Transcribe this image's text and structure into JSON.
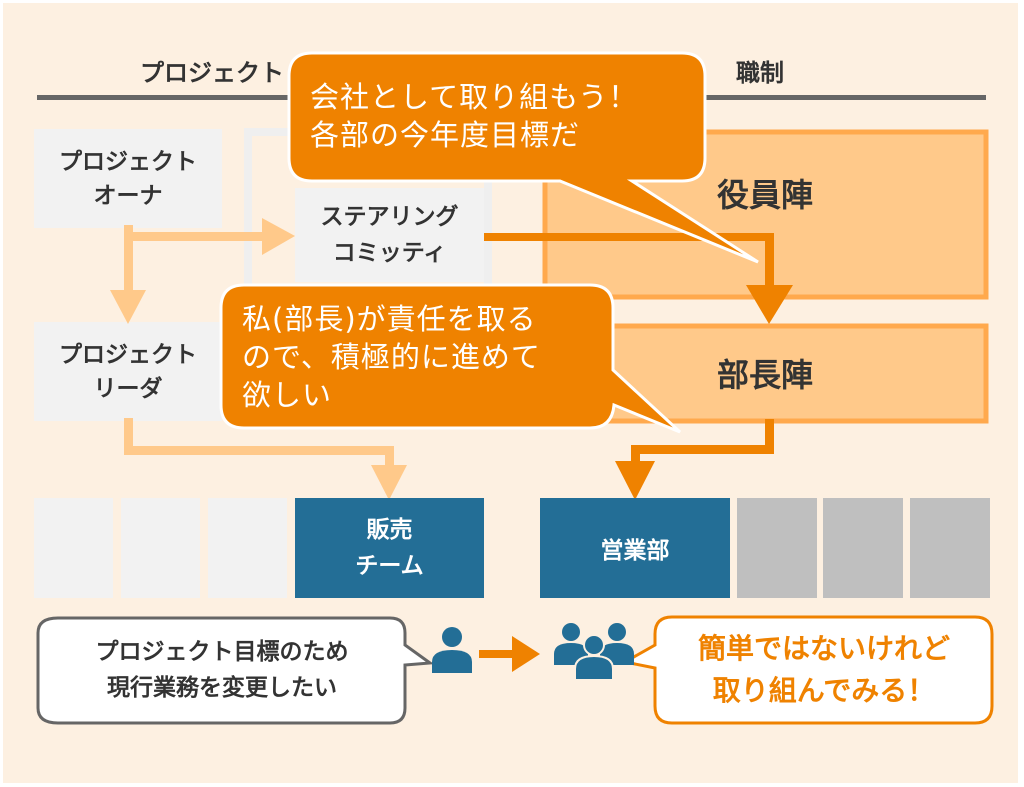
{
  "colors": {
    "background": "#fdf0e1",
    "header_rule": "#666666",
    "gray_box": "#f2f2f2",
    "dark_gray_box": "#bfbfbf",
    "exec_box_fill": "#ffc98a",
    "exec_box_border": "#ffa94d",
    "light_arrow": "#ffc98a",
    "orange": "#ef8200",
    "blue": "#236e96",
    "text_dark": "#333333",
    "callout_border_gray": "#666666"
  },
  "headers": {
    "project": "プロジェクト",
    "org": "職制"
  },
  "project_side": {
    "owner": "プロジェクト\nオーナ",
    "steering": "ステアリング\nコミッティ",
    "leader": "プロジェクト\nリーダ",
    "team": "販売\nチーム"
  },
  "org_side": {
    "executives": "役員陣",
    "managers": "部長陣",
    "dept": "営業部"
  },
  "speech_bubbles": {
    "executives": "会社として取り組もう！\n各部の今年度目標だ",
    "managers": "私(部長)が責任を取る\nので、積極的に進めて\n欲しい"
  },
  "callouts": {
    "individual": "プロジェクト目標のため\n現行業務を変更したい",
    "group": "簡単ではないけれど\n取り組んでみる！"
  },
  "icons": {
    "individual": "person-icon",
    "group": "group-icon",
    "arrow": "arrow-right-icon"
  }
}
